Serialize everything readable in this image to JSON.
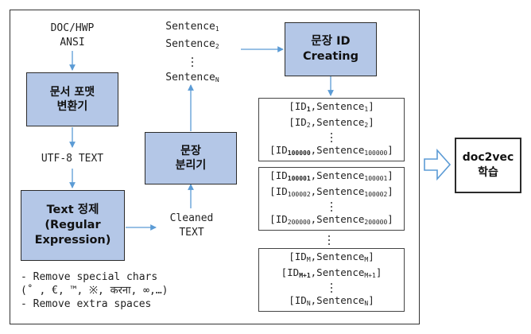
{
  "input": {
    "line1": "DOC/HWP",
    "line2": "ANSI"
  },
  "step_format": {
    "line1": "문서 포맷",
    "line2": "변환기"
  },
  "utf8_label": "UTF-8 TEXT",
  "step_clean": {
    "line1": "Text 정제",
    "line2": "(Regular",
    "line3": "Expression)"
  },
  "cleaned": {
    "line1": "Cleaned",
    "line2": "TEXT"
  },
  "step_split": {
    "line1": "문장",
    "line2": "분리기"
  },
  "sentences": {
    "base": "Sentence",
    "sub1": "1",
    "sub2": "2",
    "subN": "N"
  },
  "step_id": {
    "line1": "문장 ID",
    "line2": "Creating"
  },
  "id_groups": [
    {
      "rows": [
        {
          "id_sub": "1",
          "sent_sub": "1"
        },
        {
          "id_sub": "2",
          "sent_sub": "2"
        },
        {
          "id_sub": "100000",
          "sent_sub": "100000"
        }
      ]
    },
    {
      "rows": [
        {
          "id_sub": "100001",
          "sent_sub": "100001"
        },
        {
          "id_sub": "100002",
          "sent_sub": "100002"
        },
        {
          "id_sub": "200000",
          "sent_sub": "200000"
        }
      ]
    },
    {
      "rows": [
        {
          "id_sub": "M",
          "sent_sub": "M"
        },
        {
          "id_sub": "M+1",
          "sent_sub": "M+1"
        },
        {
          "id_sub": "N",
          "sent_sub": "N"
        }
      ]
    }
  ],
  "id_token": {
    "open": "[ID",
    "sep": ",Sentence",
    "close": "]"
  },
  "output": {
    "line1": "doc2vec",
    "line2": "학습"
  },
  "notes": {
    "line1": "-  Remove special chars",
    "line2": "  (˚ , €, ™, ※, करना, ∞,…)",
    "line3": "-  Remove extra spaces"
  },
  "colors": {
    "process_fill": "#b4c7e7",
    "arrow": "#5b9bd5",
    "border": "#2b2b2b"
  }
}
